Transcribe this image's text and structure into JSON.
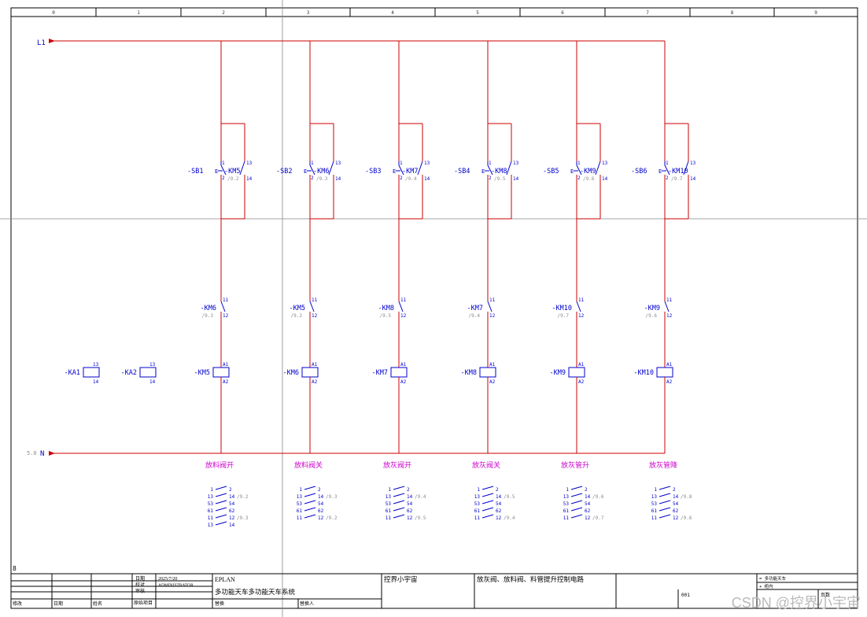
{
  "colors": {
    "wire": "#cc0000",
    "tag": "#0000cc",
    "ref": "#8a8a8a",
    "func": "#cc00cc",
    "frame": "#000000",
    "cross": "#888888",
    "watermark": "#b9b9b9"
  },
  "grid_labels": [
    "0",
    "1",
    "2",
    "3",
    "4",
    "5",
    "6",
    "7",
    "8",
    "9"
  ],
  "rails": {
    "top_label": "L1",
    "bottom_label": "N",
    "bottom_ref": "5.0"
  },
  "buttons": [
    "-SB1",
    "-SB2",
    "-SB3",
    "-SB4",
    "-SB5",
    "-SB6"
  ],
  "holds": [
    {
      "tag": "-KM5",
      "ref": "/9.2"
    },
    {
      "tag": "-KM6",
      "ref": "/9.3"
    },
    {
      "tag": "-KM7",
      "ref": "/9.4"
    },
    {
      "tag": "-KM8",
      "ref": "/9.5"
    },
    {
      "tag": "-KM9",
      "ref": "/9.6"
    },
    {
      "tag": "-KM10",
      "ref": "/9.7"
    }
  ],
  "interlocks": [
    {
      "tag": "-KM6",
      "ref": "/9.3"
    },
    {
      "tag": "-KM5",
      "ref": "/9.2"
    },
    {
      "tag": "-KM8",
      "ref": "/9.5"
    },
    {
      "tag": "-KM7",
      "ref": "/9.4"
    },
    {
      "tag": "-KM10",
      "ref": "/9.7"
    },
    {
      "tag": "-KM9",
      "ref": "/9.6"
    }
  ],
  "coils": [
    "-KM5",
    "-KM6",
    "-KM7",
    "-KM8",
    "-KM9",
    "-KM10"
  ],
  "spare_coils": [
    "-KA1",
    "-KA2"
  ],
  "terminals": {
    "t1": "1",
    "t2": "2",
    "t13": "13",
    "t14": "14",
    "t11": "11",
    "t12": "12",
    "a1": "A1",
    "a2": "A2",
    "e": "E"
  },
  "functions": [
    "放料阀开",
    "放料阀关",
    "放灰阀开",
    "放灰阀关",
    "放灰管升",
    "放灰管降"
  ],
  "xref_tables": [
    [
      [
        "1",
        "2",
        ""
      ],
      [
        "13",
        "14",
        "/9.2"
      ],
      [
        "53",
        "54",
        ""
      ],
      [
        "61",
        "62",
        ""
      ],
      [
        "11",
        "12",
        "/9.3"
      ],
      [
        "13",
        "14",
        ""
      ]
    ],
    [
      [
        "1",
        "2",
        ""
      ],
      [
        "13",
        "14",
        "/9.3"
      ],
      [
        "53",
        "54",
        ""
      ],
      [
        "61",
        "62",
        ""
      ],
      [
        "11",
        "12",
        "/9.2"
      ]
    ],
    [
      [
        "1",
        "2",
        ""
      ],
      [
        "13",
        "14",
        "/9.4"
      ],
      [
        "53",
        "54",
        ""
      ],
      [
        "61",
        "62",
        ""
      ],
      [
        "11",
        "12",
        "/9.5"
      ]
    ],
    [
      [
        "1",
        "2",
        ""
      ],
      [
        "13",
        "14",
        "/9.5"
      ],
      [
        "53",
        "54",
        ""
      ],
      [
        "61",
        "62",
        ""
      ],
      [
        "11",
        "12",
        "/9.4"
      ]
    ],
    [
      [
        "1",
        "2",
        ""
      ],
      [
        "13",
        "14",
        "/9.6"
      ],
      [
        "53",
        "54",
        ""
      ],
      [
        "61",
        "62",
        ""
      ],
      [
        "11",
        "12",
        "/9.7"
      ]
    ],
    [
      [
        "1",
        "2",
        ""
      ],
      [
        "13",
        "14",
        "/9.8"
      ],
      [
        "53",
        "54",
        ""
      ],
      [
        "61",
        "62",
        ""
      ],
      [
        "11",
        "12",
        "/9.6"
      ]
    ]
  ],
  "page_number_marker": "8",
  "title_block": {
    "date_label": "日期",
    "date_value": "2025/7/20",
    "check_label": "校对",
    "check_value": "ADMINISTRATOR",
    "review_label": "审核",
    "original_label": "原始项目",
    "software": "EPLAN",
    "project": "多功能天车多功能天车系统",
    "replace_label": "替换",
    "replaced_by_label": "替换人",
    "company": "控界小宇宙",
    "drawing_title": "放灰阀、放料阀、料管提升控制电路",
    "right_1": "= 多功能天车",
    "right_2": "+ 柜内",
    "sheet_no": "001",
    "sheet_label": "页数",
    "rev_label": "修改",
    "rev_date_label": "日期",
    "name_label": "姓名"
  },
  "watermark": "CSDN @控界小宇宙"
}
